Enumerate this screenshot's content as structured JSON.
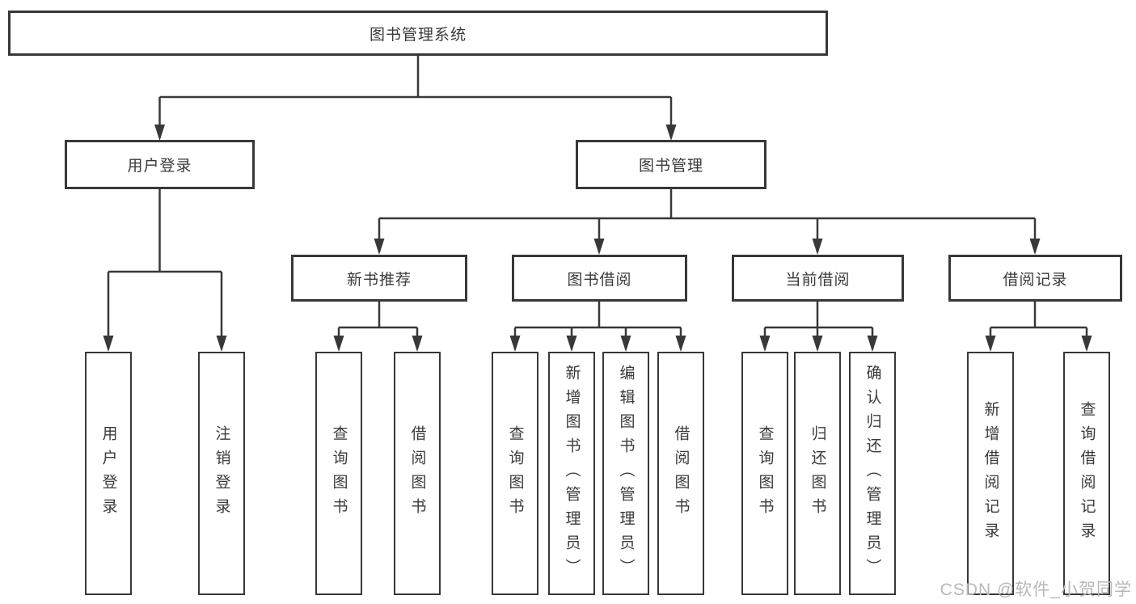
{
  "colors": {
    "line": "#383838",
    "box_border": "#383838",
    "text": "#3a3a3a",
    "watermark": "#b8b8b8",
    "background": "#ffffff"
  },
  "watermark": "CSDN @软件_小贺同学",
  "tree": {
    "label": "图书管理系统",
    "children": [
      {
        "label": "用户登录",
        "children": [
          {
            "label": "用户登录"
          },
          {
            "label": "注销登录"
          }
        ]
      },
      {
        "label": "图书管理",
        "children": [
          {
            "label": "新书推荐",
            "children": [
              {
                "label": "查询图书"
              },
              {
                "label": "借阅图书"
              }
            ]
          },
          {
            "label": "图书借阅",
            "children": [
              {
                "label": "查询图书"
              },
              {
                "label": "新增图书（管理员）"
              },
              {
                "label": "编辑图书（管理员）"
              },
              {
                "label": "借阅图书"
              }
            ]
          },
          {
            "label": "当前借阅",
            "children": [
              {
                "label": "查询图书"
              },
              {
                "label": "归还图书"
              },
              {
                "label": "确认归还（管理员）"
              }
            ]
          },
          {
            "label": "借阅记录",
            "children": [
              {
                "label": "新增借阅记录"
              },
              {
                "label": "查询借阅记录"
              }
            ]
          }
        ]
      }
    ]
  }
}
